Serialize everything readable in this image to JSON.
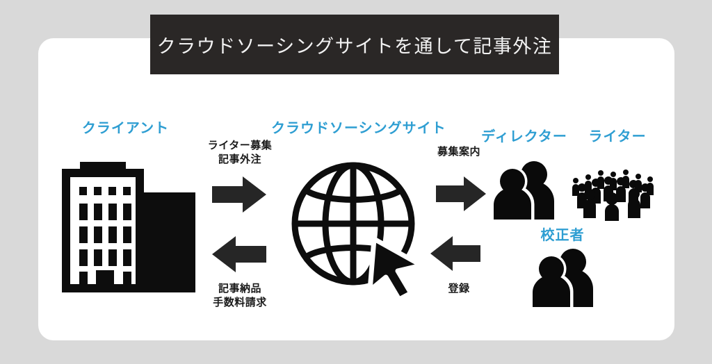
{
  "meta": {
    "background_color": "#d9d9d9",
    "card_color": "#ffffff",
    "banner_color": "#2a2726",
    "accent_blue": "#2e9ed2",
    "ink": "#1a1a1a",
    "arrow_color": "#262626"
  },
  "banner": {
    "title": "クラウドソーシングサイトを通して記事外注"
  },
  "nodes": {
    "client": {
      "label": "クライアント",
      "icon": "office-building-icon"
    },
    "crowdsourcing_site": {
      "label": "クラウドソーシングサイト",
      "icon": "globe-with-cursor-icon"
    },
    "director": {
      "label": "ディレクター",
      "icon": "two-people-icon"
    },
    "writer": {
      "label": "ライター",
      "icon": "crowd-of-people-icon"
    },
    "proofreader": {
      "label": "校正者",
      "icon": "two-people-icon"
    }
  },
  "flows": [
    {
      "id": "client-to-site",
      "direction": "right",
      "lines": [
        "ライター募集",
        "記事外注"
      ],
      "icon": "arrow-right-icon"
    },
    {
      "id": "site-to-client",
      "direction": "left",
      "lines": [
        "記事納品",
        "手数料請求"
      ],
      "icon": "arrow-left-icon"
    },
    {
      "id": "site-to-director",
      "direction": "right",
      "lines": [
        "募集案内"
      ],
      "icon": "arrow-right-icon"
    },
    {
      "id": "director-to-site",
      "direction": "left",
      "lines": [
        "登録"
      ],
      "icon": "arrow-left-icon"
    }
  ],
  "flow_text": {
    "client_to_site_line1": "ライター募集",
    "client_to_site_line2": "記事外注",
    "site_to_client_line1": "記事納品",
    "site_to_client_line2": "手数料請求",
    "site_to_director_line1": "募集案内",
    "director_to_site_line1": "登録"
  }
}
